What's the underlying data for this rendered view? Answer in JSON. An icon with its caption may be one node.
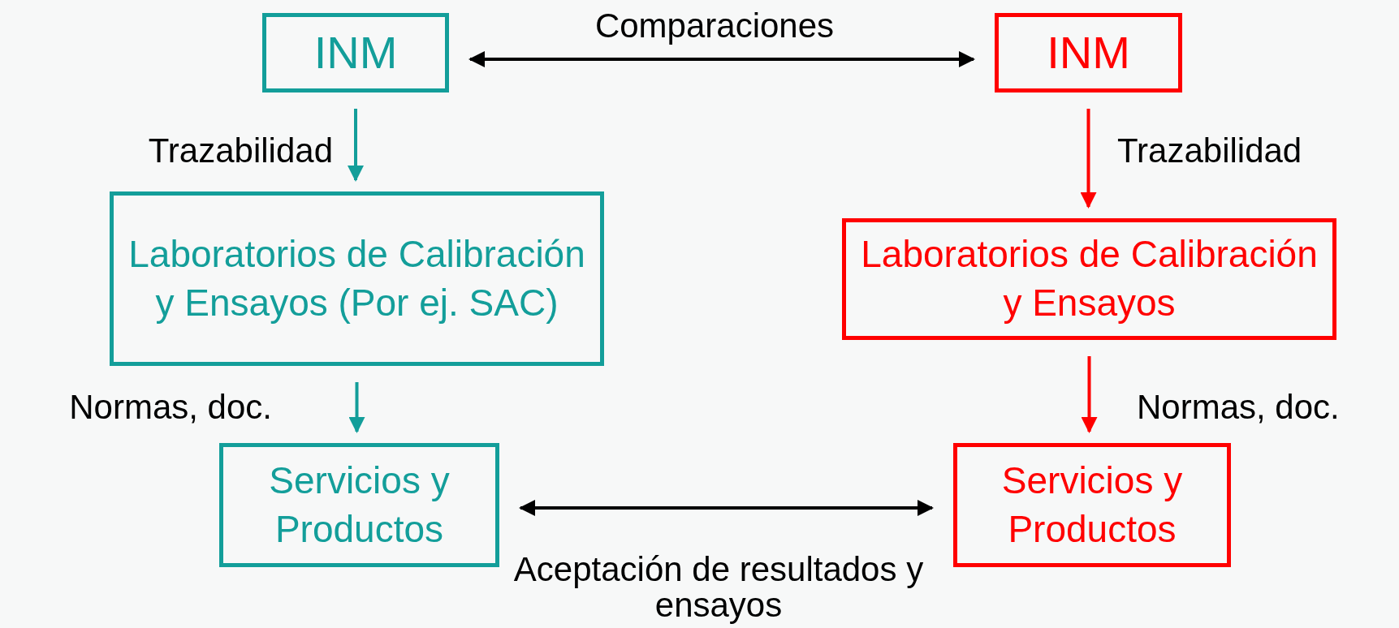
{
  "diagram": {
    "nodes": [
      {
        "text": [
          "INM"
        ]
      },
      {
        "text": [
          "INM"
        ]
      },
      {
        "text": [
          "Laboratorios de Calibración y Ensayos (Por ej. SAC)"
        ]
      },
      {
        "text": [
          "Laboratorios de Calibración y Ensayos"
        ]
      },
      {
        "text": [
          "Servicios y Productos"
        ]
      },
      {
        "text": [
          "Servicios y Productos"
        ]
      }
    ],
    "edges": [
      {
        "from": 0,
        "to": 1,
        "arrow": "both",
        "label": "Comparaciones"
      },
      {
        "from": 0,
        "to": 2,
        "arrow": "to",
        "label": "Trazabilidad",
        "color": "#139e9a"
      },
      {
        "from": 1,
        "to": 3,
        "arrow": "to",
        "label": "Trazabilidad",
        "color": "#ff0000"
      },
      {
        "from": 2,
        "to": 4,
        "arrow": "to",
        "label": "Normas, doc.",
        "color": "#139e9a"
      },
      {
        "from": 3,
        "to": 5,
        "arrow": "to",
        "label": "Normas, doc.",
        "color": "#ff0000"
      },
      {
        "from": 4,
        "to": 5,
        "arrow": "both",
        "label": "Aceptación de resultados y ensayos"
      }
    ]
  }
}
